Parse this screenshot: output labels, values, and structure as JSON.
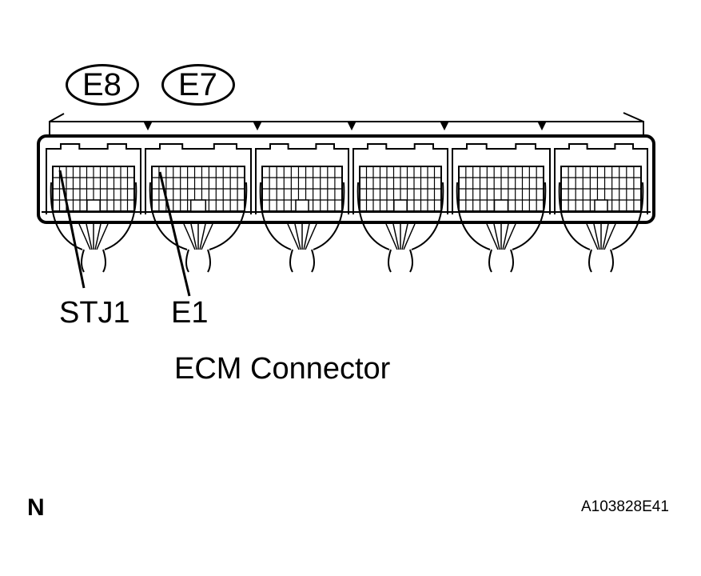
{
  "connector_tags": [
    "E8",
    "E7"
  ],
  "pin_labels": {
    "left": "STJ1",
    "right": "E1"
  },
  "title": "ECM Connector",
  "corner_letter": "N",
  "figure_code": "A103828E41",
  "colors": {
    "stroke": "#000000",
    "background": "#ffffff"
  }
}
